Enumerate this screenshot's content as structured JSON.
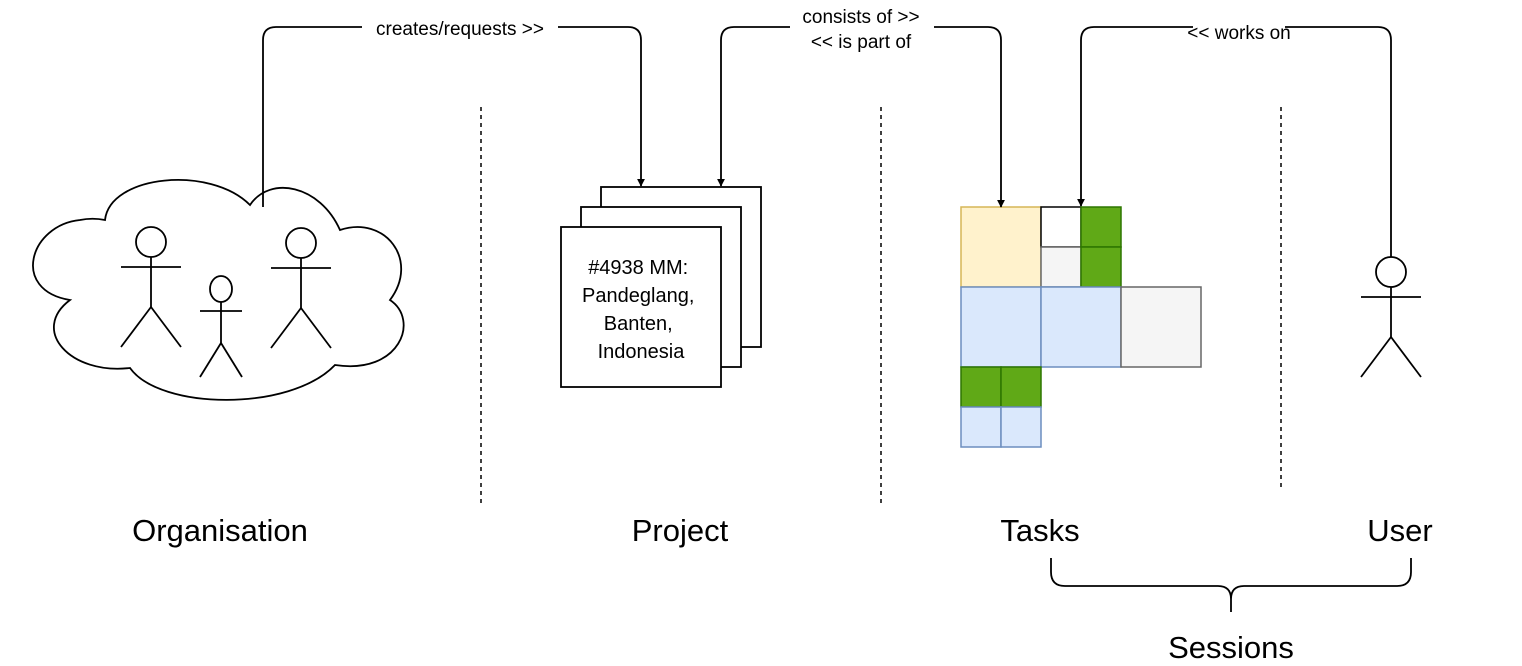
{
  "edges": {
    "org_to_project": {
      "label": "creates/requests >>"
    },
    "project_tasks": {
      "label_line1": "consists of >>",
      "label_line2": "<< is part of"
    },
    "user_to_tasks": {
      "label": "<< works on"
    }
  },
  "project": {
    "card_lines": [
      "#4938 MM:",
      "Pandeglang,",
      "Banten,",
      "Indonesia"
    ]
  },
  "sections": {
    "organisation": "Organisation",
    "project": "Project",
    "tasks": "Tasks",
    "user": "User",
    "sessions": "Sessions"
  },
  "colors": {
    "task_yellow": "#fff2cc",
    "task_yellow_border": "#d6b656",
    "task_blue": "#dae8fc",
    "task_blue_border": "#6c8ebf",
    "task_green": "#60a917",
    "task_green_border": "#2d7600",
    "task_gray": "#f5f5f5",
    "task_gray_border": "#666666"
  }
}
